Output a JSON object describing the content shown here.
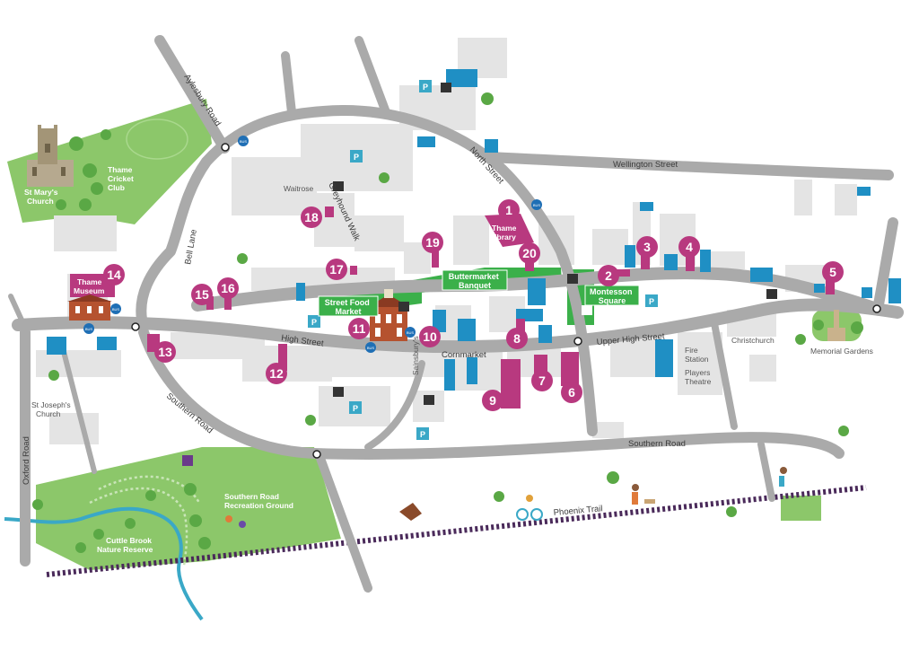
{
  "streets": {
    "aylesbury_road": "Aylesbury Road",
    "north_street": "North Street",
    "wellington_street": "Wellington Street",
    "bell_lane": "Bell Lane",
    "greyhound_walk": "Greyhound Walk",
    "high_street": "High Street",
    "cornmarket": "Cornmarket",
    "upper_high_street": "Upper High Street",
    "southern_road_west": "Southern Road",
    "southern_road_east": "Southern Road",
    "oxford_road": "Oxford Road",
    "phoenix_trail": "Phoenix Trail"
  },
  "places": {
    "st_marys_church": [
      "St Mary's",
      "Church"
    ],
    "thame_cricket_club": [
      "Thame",
      "Cricket",
      "Club"
    ],
    "waitrose": "Waitrose",
    "thame_library": [
      "Thame",
      "Library"
    ],
    "thame_museum": [
      "Thame",
      "Museum"
    ],
    "christchurch": "Christchurch",
    "fire_station": [
      "Fire",
      "Station"
    ],
    "players_theatre": [
      "Players",
      "Theatre"
    ],
    "memorial_gardens": "Memorial Gardens",
    "st_josephs_church": [
      "St Joseph's",
      "Church"
    ],
    "southern_road_recreation_ground": [
      "Southern Road",
      "Recreation Ground"
    ],
    "cuttle_brook_nature_reserve": [
      "Cuttle Brook",
      "Nature Reserve"
    ],
    "sainsburys": "Sainsbury's"
  },
  "event_areas": {
    "street_food_market": [
      "Street Food",
      "Market"
    ],
    "buttermarket_banquet": [
      "Buttermarket",
      "Banquet"
    ],
    "montesson_square": [
      "Montesson",
      "Square"
    ]
  },
  "markers": [
    "1",
    "2",
    "3",
    "4",
    "5",
    "6",
    "7",
    "8",
    "9",
    "10",
    "11",
    "12",
    "13",
    "14",
    "15",
    "16",
    "17",
    "18",
    "19",
    "20"
  ],
  "icons": {
    "parking": "P",
    "bus": "BUS"
  },
  "colors": {
    "road": "#aaaaaa",
    "building": "#e4e4e4",
    "park": "#8cc76a",
    "event_green": "#3bb04a",
    "venue_magenta": "#b8397f",
    "shop_blue": "#1f8fc4",
    "brook": "#3aa8c7",
    "trail": "#4a2a5a"
  }
}
